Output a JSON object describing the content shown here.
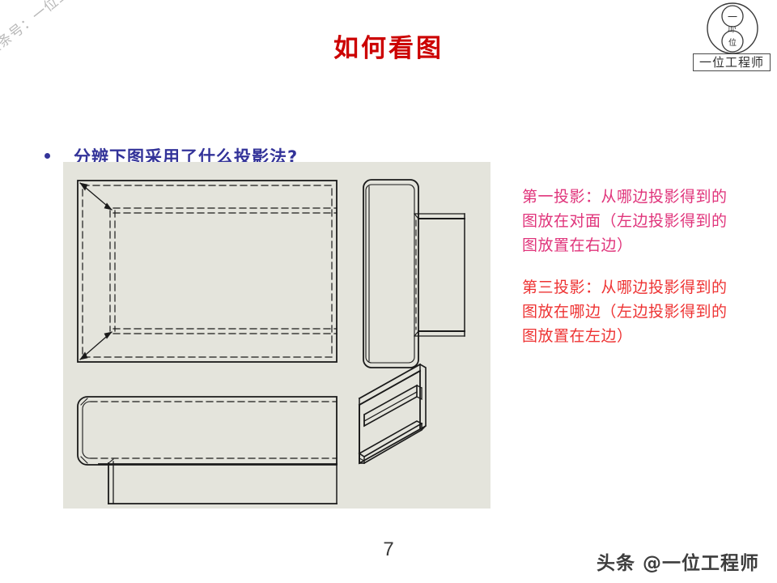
{
  "slide": {
    "title": "如何看图",
    "page_number": "7",
    "title_color": "#cc0000",
    "background_color": "#ffffff",
    "canvas_color": "#f1f1f1"
  },
  "watermarks": {
    "corner": "头条号：一位工程师",
    "bottom": "头条 @一位工程师"
  },
  "logo": {
    "inner_top": "一",
    "inner_mid": "与",
    "inner_bottom": "位",
    "caption": "一位工程师"
  },
  "bullet": {
    "text": "分辨下图采用了什么投影法?",
    "color": "#333399"
  },
  "notes": [
    {
      "text": "第一投影：从哪边投影得到的图放在对面（左边投影得到的图放置在右边）",
      "color": "#e0347b"
    },
    {
      "text": "第三投影：从哪边投影得到的图放在哪边（左边投影得到的图放置在左边）",
      "color": "#ee3333"
    }
  ],
  "drawing": {
    "background_color": "#e4e4dc",
    "line_color": "#1a1a1a",
    "views": [
      {
        "name": "front-view",
        "position": "top-left",
        "description": "矩形主视图，含虚线隐藏线与对角箭头引线"
      },
      {
        "name": "side-view",
        "position": "top-right",
        "description": "左视图，圆角竖条带凸缘"
      },
      {
        "name": "top-view",
        "position": "bottom-left",
        "description": "俯视图，细长条带台阶"
      },
      {
        "name": "isometric-view",
        "position": "bottom-right",
        "description": "立体轴测图，槽形支架"
      }
    ]
  }
}
